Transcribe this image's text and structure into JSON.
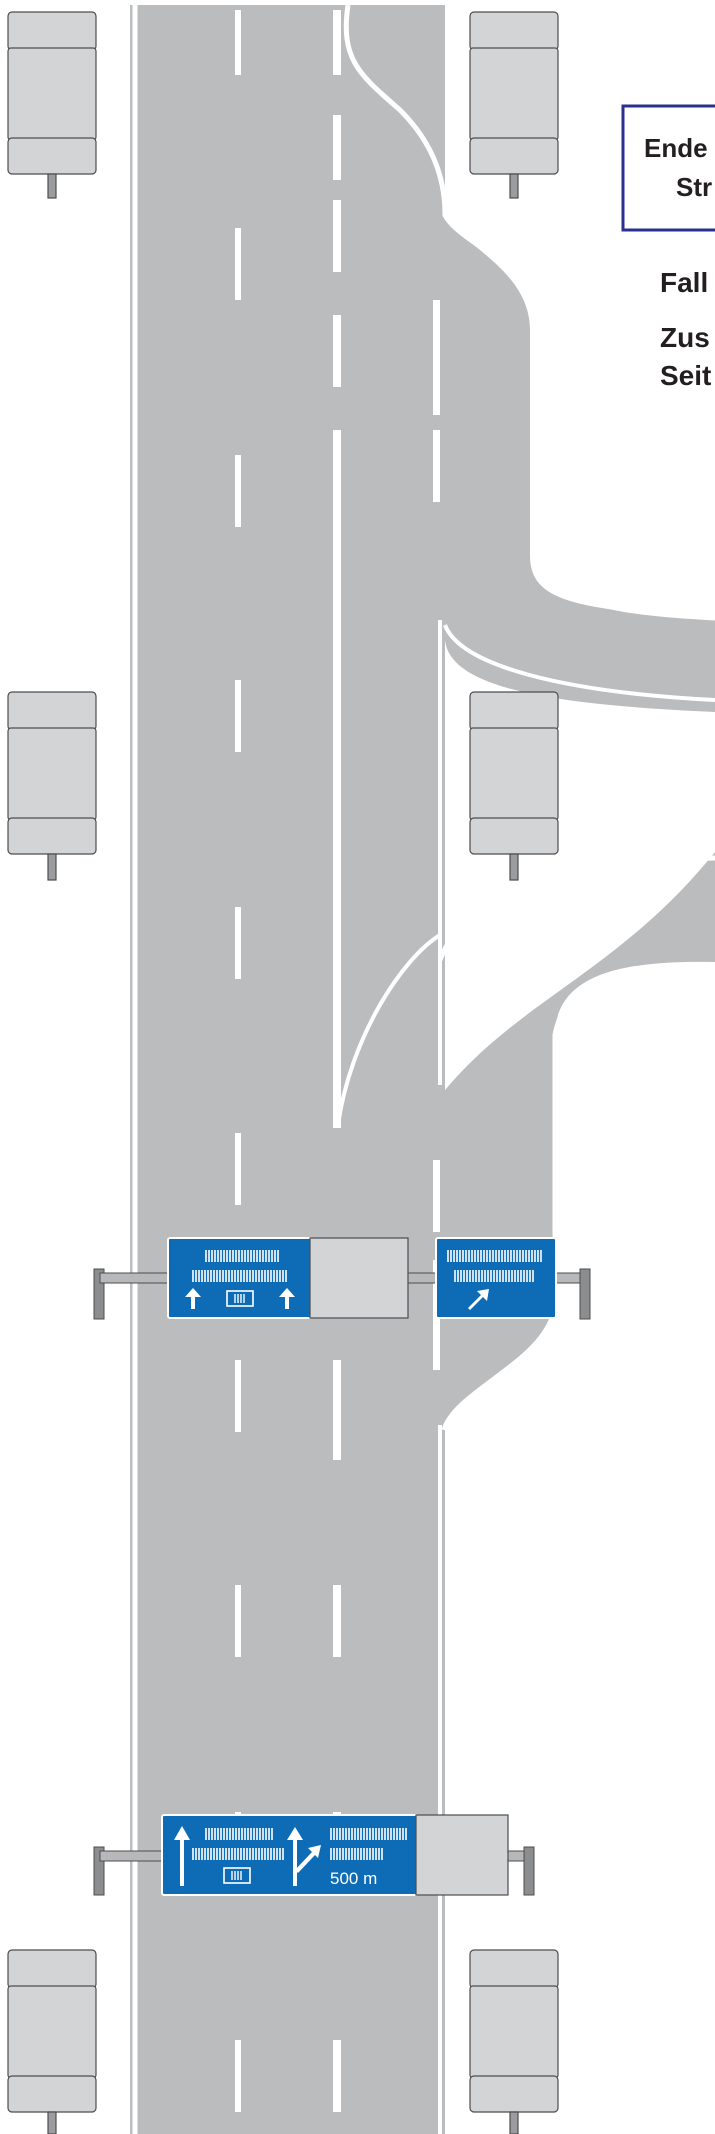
{
  "colors": {
    "road": "#bbbcbe",
    "marking": "#ffffff",
    "sign_blue": "#0e6cb6",
    "panel_gray": "#d3d4d6",
    "frame_blue": "#2b2f8f",
    "text": "#231f20"
  },
  "info_box": {
    "line1": "Ende",
    "line2": "Str"
  },
  "notes": {
    "fall": "Fall",
    "zus": "Zus",
    "seit": "Seit"
  },
  "signs": {
    "distance_label": "500 m"
  },
  "icons": {
    "straight_arrow": "arrow-up-icon",
    "exit_arrow": "arrow-diagonal-right-icon",
    "route_marker": "route-number-plate-icon"
  }
}
